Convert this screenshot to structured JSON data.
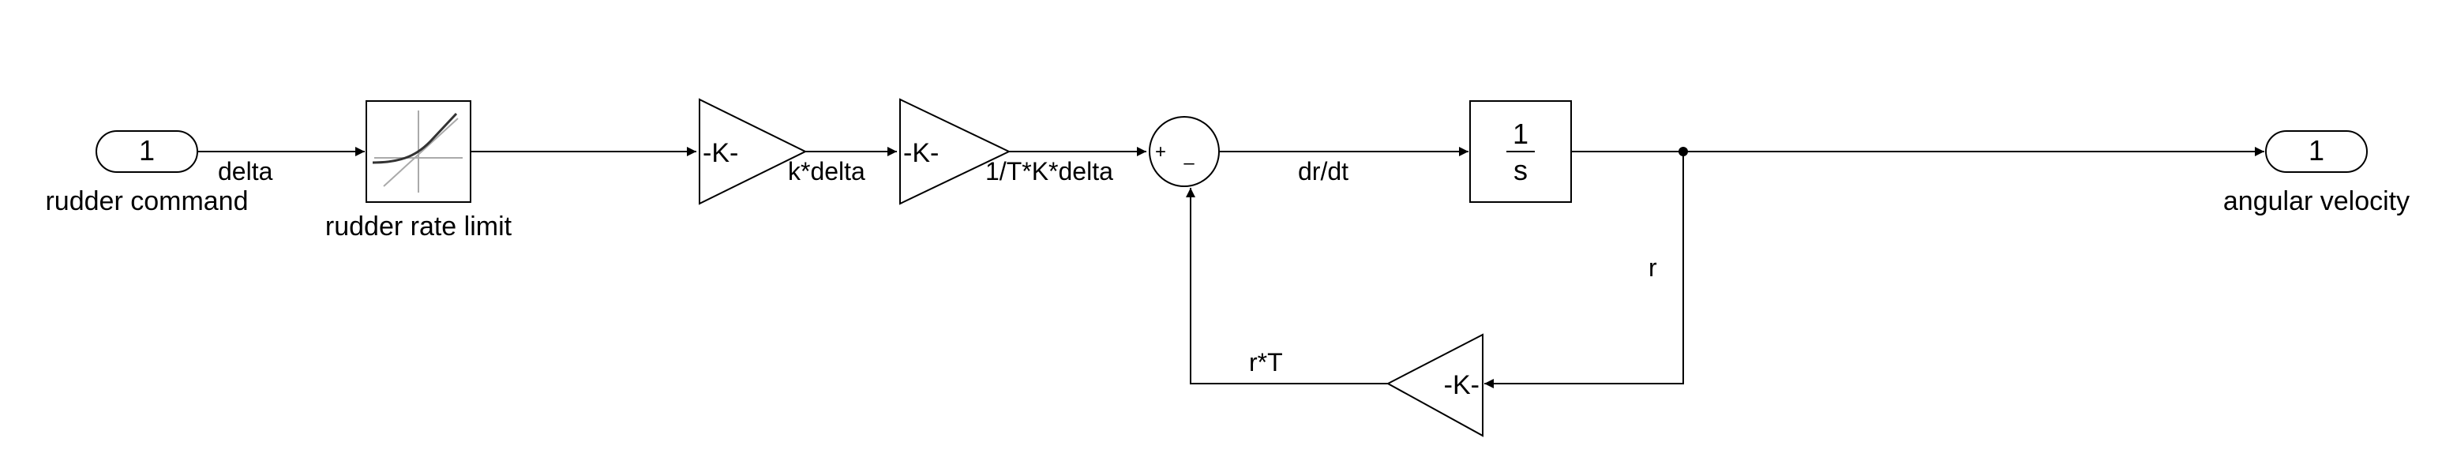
{
  "diagram": {
    "inport": {
      "number": "1",
      "name": "rudder command"
    },
    "rate_limit": {
      "name": "rudder rate limit"
    },
    "gain1": {
      "label": "-K-"
    },
    "gain2": {
      "label": "-K-"
    },
    "sum": {
      "signs": "+ –",
      "plus": "+",
      "minus": "–"
    },
    "integrator": {
      "numerator": "1",
      "denominator": "s"
    },
    "feedback_gain": {
      "label": "-K-"
    },
    "outport": {
      "number": "1",
      "name": "angular velocity"
    },
    "signals": {
      "delta": "delta",
      "k_delta": "k*delta",
      "inv_t_k_delta": "1/T*K*delta",
      "dr_dt": "dr/dt",
      "r": "r",
      "r_t": "r*T"
    },
    "colors": {
      "line": "#000000",
      "block_fill": "#ffffff",
      "curve": "#333333",
      "guide": "#aaaaaa"
    }
  }
}
